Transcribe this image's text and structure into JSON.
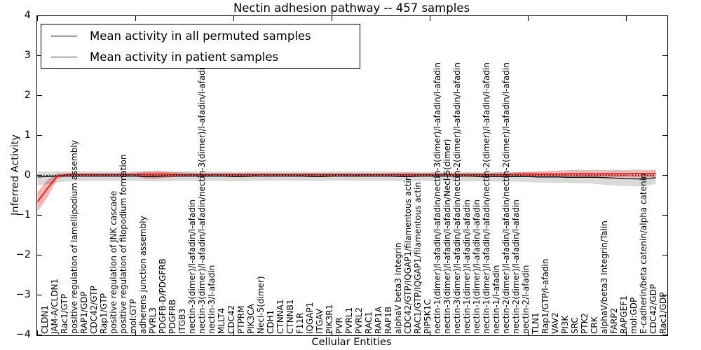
{
  "figure": {
    "title": "Nectin adhesion pathway -- 457 samples",
    "xlabel": "Cellular Entities",
    "ylabel": "Inferred Activity"
  },
  "legend": {
    "entries": [
      {
        "label": "Mean activity in all permuted samples",
        "color": "#000000"
      },
      {
        "label": "Mean activity in patient samples",
        "color": "#e60000"
      }
    ]
  },
  "chart_data": {
    "type": "line",
    "title": "Nectin adhesion pathway -- 457 samples",
    "xlabel": "Cellular Entities",
    "ylabel": "Inferred Activity",
    "ylim": [
      -4,
      4
    ],
    "y_ticks": [
      4,
      3,
      2,
      1,
      0,
      -1,
      -2,
      -3,
      -4
    ],
    "grid": false,
    "legend_position": "upper left",
    "x_tick_category_interval": 10,
    "categories": [
      "CLDN1",
      "JAM-A/CLDN1",
      "Rac1/GTP",
      "positive regulation of lamellipodium assembly",
      "RAP1/GDP",
      "CDC42/GTP",
      "Rap1/GTP",
      "positive regulation of JNK cascade",
      "positive regulation of filopodium formation",
      "mol:GTP",
      "adherens junction assembly",
      "PVRL3",
      "PDGFB-D/PDGFRB",
      "PDGFRB",
      "ITGB3",
      "nectin-3(dimer)/l-afadin/l-afadin",
      "nectin-3(dimer)/l-afadin/l-afadin/nectin-3(dimer)/l-afadin/l-afadin",
      "nectin-3/l-afadin",
      "MLLT4",
      "CDC42",
      "PTPRM",
      "PIK3CA",
      "Necl-5(dimer)",
      "CDH1",
      "CTNNA1",
      "CTNNB1",
      "F11R",
      "IQGAP1",
      "ITGAV",
      "PIK3R1",
      "PVR",
      "PVRL1",
      "PVRL2",
      "RAC1",
      "RAP1A",
      "RAP1B",
      "alphaV beta3 Integrin",
      "CDC42/GTP/IQGAP1/filamentous actin",
      "RAC1/GTP/IQGAP1/filamentous actin",
      "PIP5K1C",
      "nectin-1(dimer)/l-afadin/l-afadin/nectin-3(dimer)/l-afadin/l-afadin",
      "nectin-3(dimer)/l-afadin/l-afadin/Necl-5(dimer)",
      "nectin-3(dimer)/l-afadin/l-afadin/nectin-2(dimer)/l-afadin/l-afadin",
      "nectin-1(dimer)/l-afadin/l-afadin",
      "nectin-1(dimer)/l-afadin/l-afadin",
      "nectin-1(dimer)/l-afadin/l-afadin/nectin-2(dimer)/l-afadin/l-afadin",
      "nectin-1/l-afadin",
      "nectin-2(dimer)/l-afadin/l-afadin/nectin-2(dimer)/l-afadin/l-afadin",
      "nectin-2(dimer)/l-afadin/l-afadin",
      "nectin-2/l-afadin",
      "TLN1",
      "Rap1/GTP/l-afadin",
      "VAV2",
      "PI3K",
      "SRC",
      "PTK2",
      "CRK",
      "alphaV/beta3 Integrin/Talin",
      "FARP2",
      "RAPGEF1",
      "mol:GDP",
      "E-cadherin/beta catenin/alpha catenin",
      "CDC42/GDP",
      "Rac1/GDP"
    ],
    "series": [
      {
        "name": "Mean activity in all permuted samples",
        "color": "#000000",
        "line_style": "solid",
        "band_color": "rgba(0,0,0,0.15)",
        "values": [
          -0.04,
          -0.03,
          -0.02,
          -0.02,
          -0.02,
          -0.02,
          -0.02,
          -0.02,
          -0.02,
          -0.02,
          -0.02,
          -0.03,
          -0.03,
          -0.02,
          -0.02,
          -0.02,
          -0.02,
          -0.02,
          -0.02,
          -0.02,
          -0.03,
          -0.03,
          -0.02,
          -0.02,
          -0.02,
          -0.02,
          -0.02,
          -0.02,
          -0.03,
          -0.03,
          -0.02,
          -0.02,
          -0.02,
          -0.02,
          -0.02,
          -0.02,
          -0.02,
          -0.03,
          -0.03,
          -0.02,
          -0.02,
          -0.02,
          -0.02,
          -0.02,
          -0.02,
          -0.03,
          -0.03,
          -0.03,
          -0.03,
          -0.03,
          -0.03,
          -0.04,
          -0.04,
          -0.04,
          -0.05,
          -0.05,
          -0.05,
          -0.05,
          -0.06,
          -0.07,
          -0.08,
          -0.09,
          -0.08,
          -0.06
        ],
        "band_upper": [
          0.1,
          0.1,
          0.1,
          0.1,
          0.1,
          0.1,
          0.1,
          0.1,
          0.1,
          0.1,
          0.1,
          0.09,
          0.09,
          0.09,
          0.09,
          0.1,
          0.1,
          0.1,
          0.1,
          0.1,
          0.09,
          0.09,
          0.1,
          0.1,
          0.1,
          0.1,
          0.1,
          0.1,
          0.09,
          0.09,
          0.1,
          0.1,
          0.1,
          0.1,
          0.1,
          0.1,
          0.1,
          0.09,
          0.09,
          0.09,
          0.09,
          0.09,
          0.09,
          0.09,
          0.09,
          0.09,
          0.09,
          0.08,
          0.08,
          0.08,
          0.08,
          0.07,
          0.06,
          0.06,
          0.05,
          0.05,
          0.04,
          0.04,
          0.03,
          0.02,
          0.01,
          0.0,
          0.01,
          0.02
        ],
        "band_lower": [
          -0.25,
          -0.22,
          -0.18,
          -0.15,
          -0.14,
          -0.14,
          -0.14,
          -0.14,
          -0.14,
          -0.14,
          -0.14,
          -0.15,
          -0.15,
          -0.15,
          -0.14,
          -0.14,
          -0.14,
          -0.14,
          -0.14,
          -0.14,
          -0.15,
          -0.15,
          -0.14,
          -0.13,
          -0.13,
          -0.13,
          -0.13,
          -0.13,
          -0.14,
          -0.14,
          -0.13,
          -0.13,
          -0.13,
          -0.14,
          -0.14,
          -0.14,
          -0.14,
          -0.15,
          -0.15,
          -0.14,
          -0.14,
          -0.14,
          -0.15,
          -0.15,
          -0.15,
          -0.15,
          -0.15,
          -0.16,
          -0.16,
          -0.16,
          -0.17,
          -0.18,
          -0.18,
          -0.19,
          -0.19,
          -0.2,
          -0.2,
          -0.22,
          -0.24,
          -0.26,
          -0.27,
          -0.28,
          -0.26,
          -0.22
        ]
      },
      {
        "name": "Mean activity in patient samples",
        "color": "#e60000",
        "line_style": "solid",
        "band_color": "rgba(230,0,0,0.30)",
        "values": [
          -0.66,
          -0.33,
          -0.02,
          0.02,
          0.02,
          0.02,
          0.02,
          0.02,
          0.02,
          0.02,
          0.02,
          0.03,
          0.03,
          0.03,
          0.02,
          0.02,
          0.02,
          0.02,
          0.02,
          0.02,
          0.02,
          0.02,
          0.02,
          0.02,
          0.02,
          0.02,
          0.02,
          0.02,
          0.02,
          0.02,
          0.02,
          0.02,
          0.02,
          0.02,
          0.02,
          0.02,
          0.02,
          0.02,
          0.02,
          0.02,
          0.02,
          0.02,
          0.02,
          0.02,
          0.02,
          0.02,
          0.02,
          0.02,
          0.02,
          0.03,
          0.03,
          0.03,
          0.03,
          0.03,
          0.04,
          0.04,
          0.04,
          0.04,
          0.04,
          0.04,
          0.04,
          0.05,
          0.04,
          0.05
        ],
        "band_upper": [
          -0.42,
          -0.12,
          0.05,
          0.06,
          0.06,
          0.06,
          0.06,
          0.06,
          0.06,
          0.06,
          0.07,
          0.1,
          0.12,
          0.1,
          0.08,
          0.07,
          0.06,
          0.06,
          0.06,
          0.06,
          0.06,
          0.06,
          0.06,
          0.06,
          0.06,
          0.06,
          0.06,
          0.06,
          0.06,
          0.06,
          0.06,
          0.06,
          0.06,
          0.06,
          0.06,
          0.06,
          0.06,
          0.07,
          0.07,
          0.06,
          0.06,
          0.06,
          0.06,
          0.06,
          0.06,
          0.06,
          0.06,
          0.07,
          0.07,
          0.08,
          0.09,
          0.1,
          0.11,
          0.12,
          0.13,
          0.14,
          0.13,
          0.14,
          0.13,
          0.14,
          0.13,
          0.14,
          0.13,
          0.14
        ],
        "band_lower": [
          -0.9,
          -0.55,
          -0.09,
          -0.02,
          -0.02,
          -0.02,
          -0.02,
          -0.02,
          -0.02,
          -0.02,
          -0.02,
          -0.08,
          -0.09,
          -0.06,
          -0.04,
          -0.03,
          -0.02,
          -0.02,
          -0.02,
          -0.02,
          -0.02,
          -0.02,
          -0.02,
          -0.02,
          -0.02,
          -0.02,
          -0.02,
          -0.02,
          -0.02,
          -0.02,
          -0.02,
          -0.02,
          -0.02,
          -0.02,
          -0.02,
          -0.02,
          -0.02,
          -0.03,
          -0.03,
          -0.02,
          -0.02,
          -0.02,
          -0.02,
          -0.02,
          -0.02,
          -0.02,
          -0.02,
          -0.03,
          -0.03,
          -0.03,
          -0.03,
          -0.03,
          -0.03,
          -0.04,
          -0.04,
          -0.04,
          -0.04,
          -0.04,
          -0.04,
          -0.05,
          -0.04,
          -0.05,
          -0.04,
          -0.05
        ]
      },
      {
        "name": "zero baseline",
        "color": "#000000",
        "line_style": "dotted",
        "constant_value": 0
      }
    ]
  }
}
